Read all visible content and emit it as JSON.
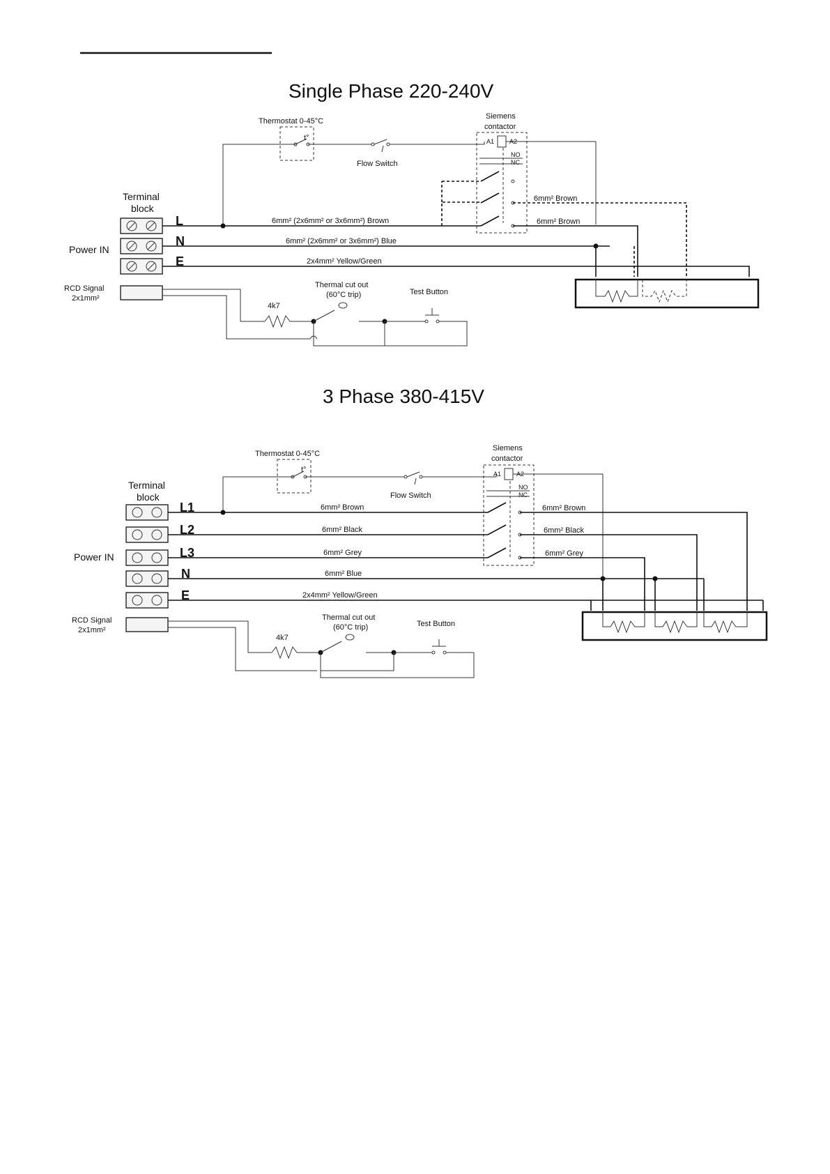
{
  "single": {
    "title": "Single Phase 220-240V",
    "thermostat": "Thermostat 0-45°C",
    "thermostat_symbol": "t°",
    "flow_switch": "Flow Switch",
    "contactor_line1": "Siemens",
    "contactor_line2": "contactor",
    "a1": "A1",
    "a2": "A2",
    "no": "NO",
    "nc": "NC",
    "terminal_line1": "Terminal",
    "terminal_line2": "block",
    "power_in": "Power IN",
    "rcd_line1": "RCD Signal",
    "rcd_line2": "2x1mm²",
    "L": "L",
    "N": "N",
    "E": "E",
    "wire_L": "6mm² (2x6mm² or 3x6mm²) Brown",
    "wire_N": "6mm² (2x6mm² or 3x6mm²) Blue",
    "wire_E": "2x4mm² Yellow/Green",
    "out_brown_dashed": "6mm² Brown",
    "out_brown": "6mm² Brown",
    "resistor": "4k7",
    "thermal_line1": "Thermal cut out",
    "thermal_line2": "(60°C trip)",
    "test_button": "Test Button"
  },
  "three": {
    "title": "3 Phase 380-415V",
    "thermostat": "Thermostat 0-45°C",
    "thermostat_symbol": "t°",
    "flow_switch": "Flow Switch",
    "contactor_line1": "Siemens",
    "contactor_line2": "contactor",
    "a1": "A1",
    "a2": "A2",
    "no": "NO",
    "nc": "NC",
    "terminal_line1": "Terminal",
    "terminal_line2": "block",
    "power_in": "Power IN",
    "rcd_line1": "RCD Signal",
    "rcd_line2": "2x1mm²",
    "L1": "L1",
    "L2": "L2",
    "L3": "L3",
    "N": "N",
    "E": "E",
    "wire_L1": "6mm² Brown",
    "wire_L2": "6mm² Black",
    "wire_L3": "6mm² Grey",
    "wire_N": "6mm² Blue",
    "wire_E": "2x4mm² Yellow/Green",
    "out_L1": "6mm² Brown",
    "out_L2": "6mm² Black",
    "out_L3": "6mm² Grey",
    "resistor": "4k7",
    "thermal_line1": "Thermal cut out",
    "thermal_line2": "(60°C trip)",
    "test_button": "Test Button"
  }
}
